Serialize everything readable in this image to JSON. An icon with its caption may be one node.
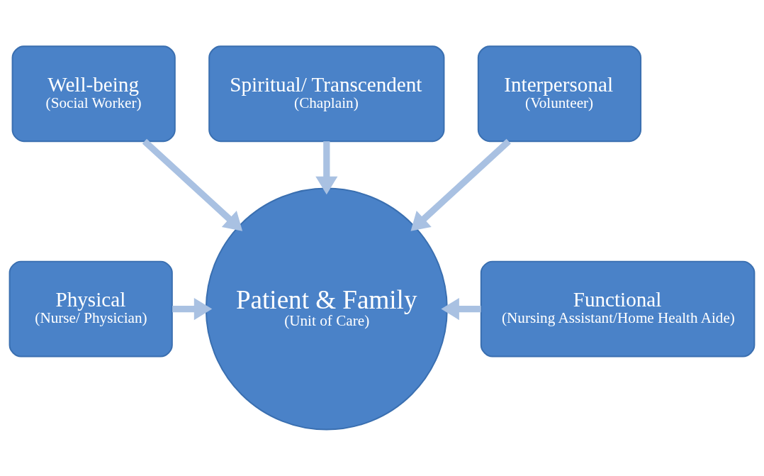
{
  "diagram": {
    "nodes": [
      {
        "text": [
          "Well-being",
          "(Social Worker)"
        ]
      },
      {
        "text": [
          "Spiritual/ Transcendent",
          "(Chaplain)"
        ]
      },
      {
        "text": [
          "Interpersonal",
          "(Volunteer)"
        ]
      },
      {
        "text": [
          "Physical",
          "(Nurse/ Physician)"
        ]
      },
      {
        "text": [
          "Patient & Family",
          "(Unit of Care)"
        ]
      },
      {
        "text": [
          "Functional",
          "(Nursing Assistant/Home Health Aide)"
        ]
      }
    ],
    "edges": [
      {
        "from": 0,
        "to": 4,
        "arrow": "to"
      },
      {
        "from": 1,
        "to": 4,
        "arrow": "to"
      },
      {
        "from": 2,
        "to": 4,
        "arrow": "to"
      },
      {
        "from": 3,
        "to": 4,
        "arrow": "to"
      },
      {
        "from": 5,
        "to": 4,
        "arrow": "to"
      }
    ]
  }
}
